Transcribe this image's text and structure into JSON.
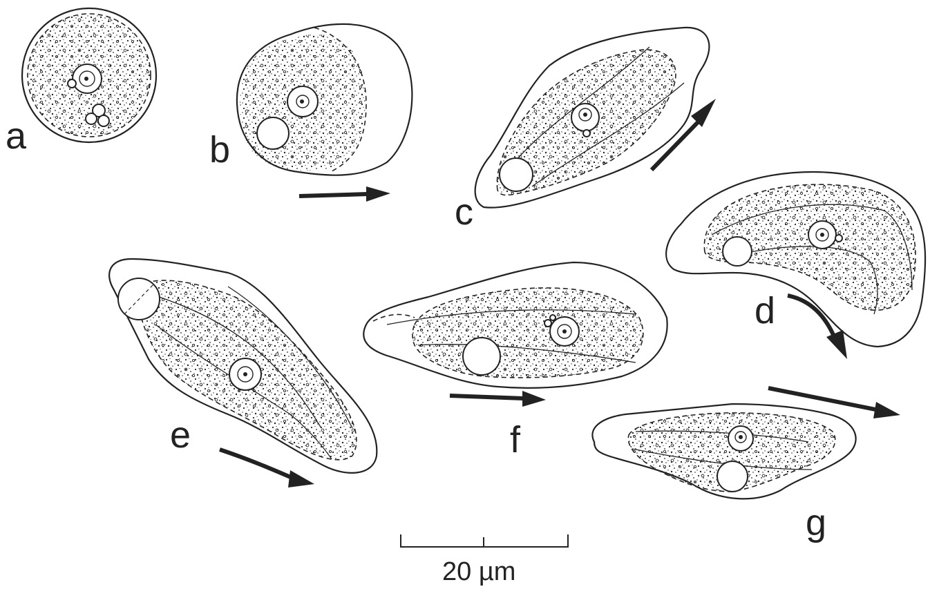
{
  "figure": {
    "panels": [
      {
        "id": "a",
        "label": "a"
      },
      {
        "id": "b",
        "label": "b"
      },
      {
        "id": "c",
        "label": "c"
      },
      {
        "id": "d",
        "label": "d"
      },
      {
        "id": "e",
        "label": "e"
      },
      {
        "id": "f",
        "label": "f"
      },
      {
        "id": "g",
        "label": "g"
      }
    ],
    "scale_bar": {
      "label": "20 µm",
      "value": 20,
      "unit": "µm"
    },
    "colors": {
      "ink": "#222222",
      "background": "#ffffff"
    }
  }
}
